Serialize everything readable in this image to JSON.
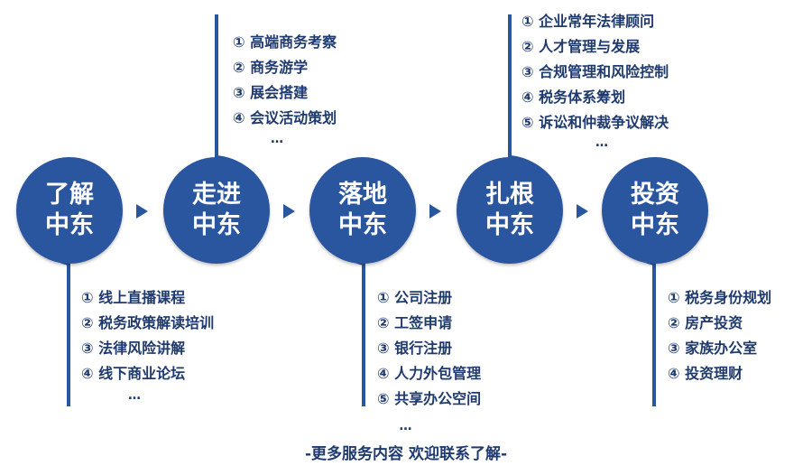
{
  "stages": [
    {
      "label": "了解\n中东"
    },
    {
      "label": "走进\n中东"
    },
    {
      "label": "落地\n中东"
    },
    {
      "label": "扎根\n中东"
    },
    {
      "label": "投资\n中东"
    }
  ],
  "lists": {
    "understand": [
      "① 线上直播课程",
      "② 税务政策解读培训",
      "③ 法律风险讲解",
      "④ 线下商业论坛"
    ],
    "enter": [
      "① 高端商务考察",
      "② 商务游学",
      "③ 展会搭建",
      "④ 会议活动策划"
    ],
    "land": [
      "① 公司注册",
      "② 工签申请",
      "③ 银行注册",
      "④ 人力外包管理",
      "⑤ 共享办公空间"
    ],
    "root": [
      "① 企业常年法律顾问",
      "② 人才管理与发展",
      "③ 合规管理和风险控制",
      "④ 税务体系筹划",
      "⑤ 诉讼和仲裁争议解决"
    ],
    "invest": [
      "① 税务身份规划",
      "② 房产投资",
      "③ 家族办公室",
      "④ 投资理财"
    ]
  },
  "ellipsis": "…",
  "footer": "-更多服务内容 欢迎联系了解-",
  "colors": {
    "primary": "#2a56a0",
    "text": "#1f3a6e"
  }
}
